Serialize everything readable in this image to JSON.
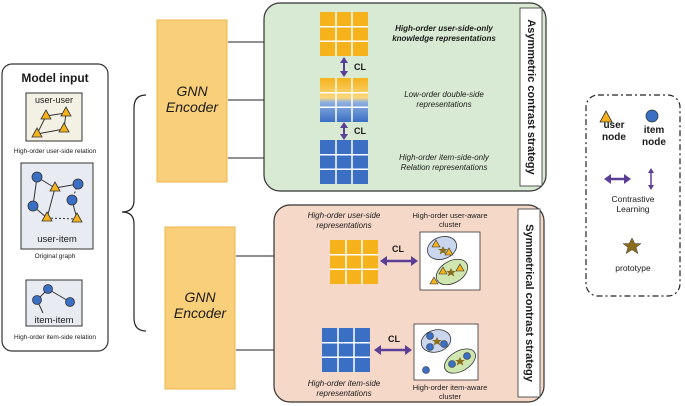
{
  "model_input": {
    "title": "Model input",
    "uu_label": "user-user",
    "uu_caption": "High-order user-side relation",
    "ui_label": "user-item",
    "ui_caption": "Original graph",
    "ii_label": "item-item",
    "ii_caption": "High-order item-side relation"
  },
  "encoders": {
    "top": "GNN\nEncoder",
    "bottom": "GNN\nEncoder"
  },
  "asymmetric": {
    "strategy": "Asymmetric contrast strategy",
    "rep1": "High-order user-side-only\nknowledge representations",
    "rep2": "Low-order double-side\nrepresentations",
    "rep3": "High-order item-side-only\nRelation representations",
    "cl1": "CL",
    "cl2": "CL"
  },
  "symmetric": {
    "strategy": "Symmetrical contrast strategy",
    "user_rep": "High-order user-side\nrepresentations",
    "user_cluster": "High-order user-aware\ncluster",
    "item_rep": "High-order item-side\nrepresentations",
    "item_cluster": "High-order item-aware\ncluster",
    "cl1": "CL",
    "cl2": "CL"
  },
  "legend": {
    "user_node": "user\nnode",
    "item_node": "item\nnode",
    "contrastive": "Contrastive\nLearning",
    "prototype": "prototype"
  },
  "colors": {
    "user": "#f5b21b",
    "item": "#3a6fc4",
    "encoder": "#f9cf7a",
    "green_panel": "#d8ead3",
    "peach_panel": "#f6d8c8",
    "arrow_purple": "#5b3e96",
    "prototype": "#8a6d1e"
  }
}
